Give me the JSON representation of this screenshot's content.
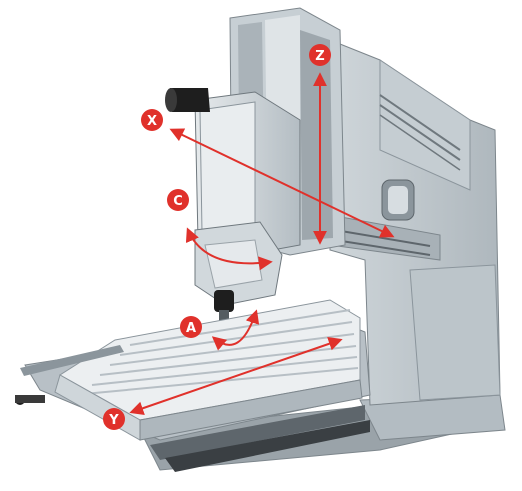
{
  "axes": {
    "x": {
      "label": "X"
    },
    "y": {
      "label": "Y"
    },
    "z": {
      "label": "Z"
    },
    "a": {
      "label": "A"
    },
    "c": {
      "label": "C"
    }
  },
  "colors": {
    "axis_red": "#e0312b",
    "frame_light": "#d7dde1",
    "frame_mid": "#b9c2c8",
    "frame_dark": "#8b959c",
    "table_light": "#eceff1",
    "table_slot": "#c3cacf",
    "black": "#1e1e1e",
    "outline": "#7d868c"
  }
}
